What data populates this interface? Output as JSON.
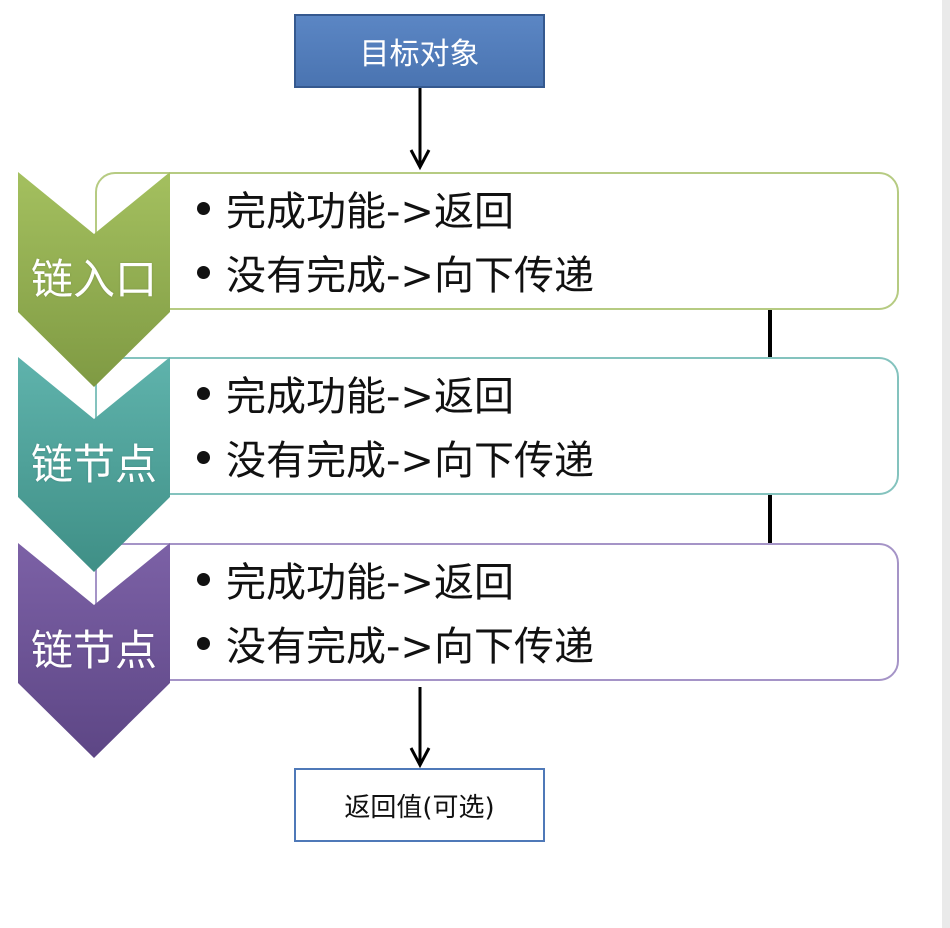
{
  "top_box": {
    "label": "目标对象",
    "color": "#4f7bbd"
  },
  "chain": [
    {
      "label": "链入口",
      "color": "#9bbb59",
      "color_dark": "#7f9a43",
      "border": "#b6cb82",
      "bullets": [
        "完成功能->返回",
        "没有完成->向下传递"
      ]
    },
    {
      "label": "链节点",
      "color": "#4bacc6",
      "color_dark": "#3f8f86",
      "border": "#84c3be",
      "bullets": [
        "完成功能->返回",
        "没有完成->向下传递"
      ]
    },
    {
      "label": "链节点",
      "color": "#8064a2",
      "color_dark": "#5d4685",
      "border": "#a594c7",
      "bullets": [
        "完成功能->返回",
        "没有完成->向下传递"
      ]
    }
  ],
  "bottom_box": {
    "label": "返回值(可选)"
  },
  "icons": {
    "arrow": "arrow-down-icon",
    "bullet": "bullet-dot-icon"
  }
}
